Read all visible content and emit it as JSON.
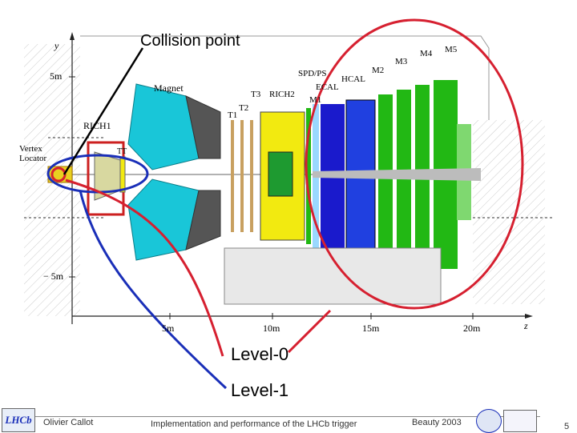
{
  "diagram": {
    "axes": {
      "y_label": "y",
      "z_label": "z",
      "y_ticks": [
        "5m",
        "− 5m"
      ],
      "z_ticks": [
        "5m",
        "10m",
        "15m",
        "20m"
      ]
    },
    "components": {
      "vertex_locator": "Vertex\nLocator",
      "rich1": "RICH1",
      "magnet": "Magnet",
      "tt": "TT",
      "t1": "T1",
      "t2": "T2",
      "t3": "T3",
      "rich2": "RICH2",
      "m1": "M1",
      "spd_ps": "SPD/PS",
      "ecal": "ECAL",
      "hcal": "HCAL",
      "m2": "M2",
      "m3": "M3",
      "m4": "M4",
      "m5": "M5"
    },
    "callouts": {
      "collision_point": "Collision point",
      "level0": "Level-0",
      "level1": "Level-1"
    }
  },
  "footer": {
    "author": "Olivier Callot",
    "title": "Implementation and performance of the LHCb trigger",
    "conference": "Beauty 2003",
    "page": "5",
    "lhcb_logo_text": "LHCb"
  },
  "colors": {
    "level0_ring": "#d62030",
    "level1_ring": "#1a2fb8",
    "magnet": "#19c6d8",
    "ecal": "#1a1acc",
    "muon": "#22b814",
    "rich": "#f2ea10"
  }
}
